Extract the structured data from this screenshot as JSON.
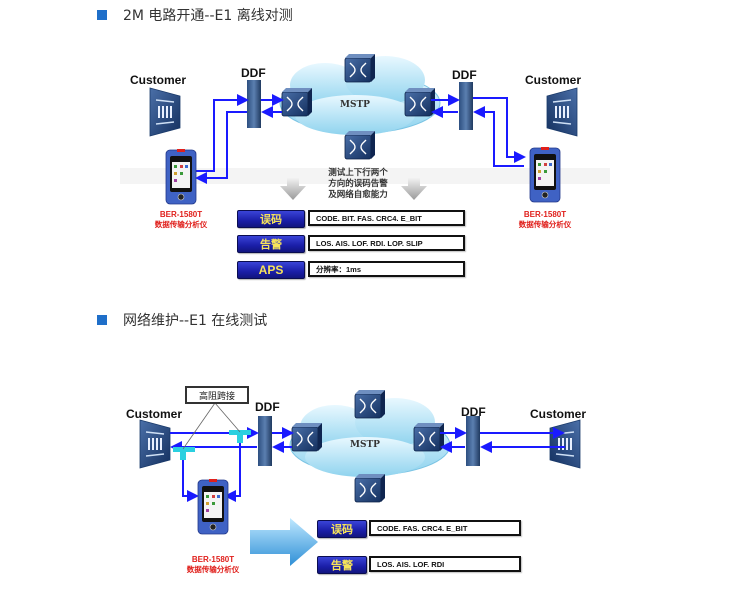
{
  "section1": {
    "heading": "2M  电路开通--E1  离线对测",
    "customer_left": "Customer",
    "customer_right": "Customer",
    "ddf_left": "DDF",
    "ddf_right": "DDF",
    "cloud_label": "MSTP",
    "device_left": {
      "model": "BER-1580T",
      "subtitle": "数据传输分析仪"
    },
    "device_right": {
      "model": "BER-1580T",
      "subtitle": "数据传输分析仪"
    },
    "note_lines": [
      "测试上下行两个",
      "方向的误码告警",
      "及网络自愈能力"
    ],
    "rows": [
      {
        "tag": "误码",
        "value": "CODE. BIT. FAS. CRC4. E_BIT"
      },
      {
        "tag": "告警",
        "value": "LOS. AIS. LOF. RDI. LOP. SLIP"
      },
      {
        "tag": "APS",
        "value": "分辨率：1ms"
      }
    ]
  },
  "section2": {
    "heading": "网络维护--E1  在线测试",
    "customer_left": "Customer",
    "customer_right": "Customer",
    "ddf_left": "DDF",
    "ddf_right": "DDF",
    "cloud_label": "MSTP",
    "high_z_label": "高阻跨接",
    "device": {
      "model": "BER-1580T",
      "subtitle": "数据传输分析仪"
    },
    "rows": [
      {
        "tag": "误码",
        "value": "CODE. FAS. CRC4. E_BIT"
      },
      {
        "tag": "告警",
        "value": "LOS. AIS. LOF. RDI"
      }
    ]
  },
  "colors": {
    "link": "#1a1aff",
    "bullet": "#1f6fc9",
    "tag_text": "#f6e35a",
    "device_text": "#e0201c"
  }
}
